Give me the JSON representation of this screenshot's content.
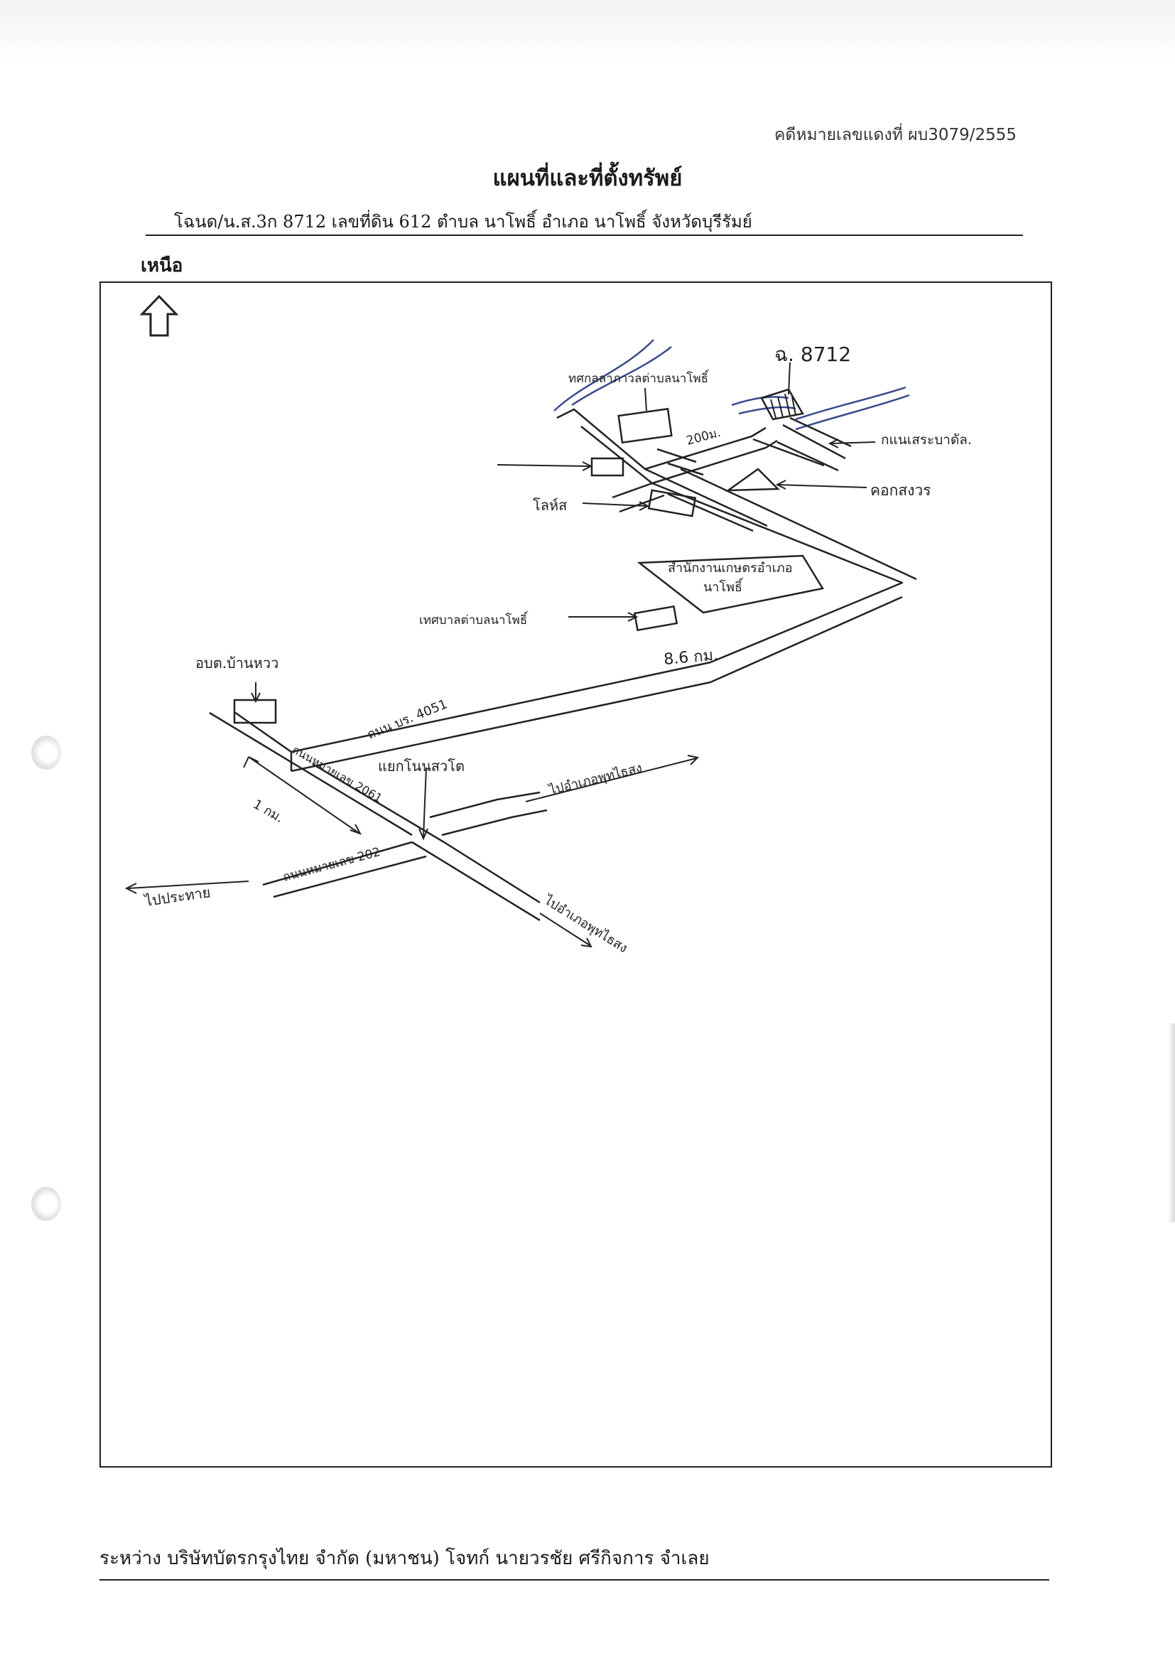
{
  "header": {
    "case_number": "คดีหมายเลขแดงที่ ผบ3079/2555",
    "title": "แผนที่และที่ตั้งทรัพย์",
    "deed_line": "โฉนด/น.ส.3ก 8712 เลขที่ดิน 612  ตำบล นาโพธิ์  อำเภอ นาโพธิ์  จังหวัดบุรีรัมย์"
  },
  "map": {
    "north_label": "เหนือ",
    "icons": {
      "north": "north-arrow-icon"
    },
    "labels": {
      "parcel": "ฉ. 8712",
      "district_office": "ทศกลลาภาวลต่าบลนาโพธิ์",
      "canal": "กแนเสระบาดัล.",
      "distance_200m": "200ม.",
      "cattle_pen": "คอกสงวร",
      "school": "โลห์ส",
      "agri_office": "สำนักงานเกษตรอำเภอ นาโพธิ์",
      "municipality": "เทศบาลต่าบลนาโพธิ์",
      "distance_8_6km": "8.6 กม.",
      "sao_ban_huai": "อบต.บ้านหวว",
      "road_br": "ถนน บร. 4051",
      "highway_2061": "ถนนหมายเลข 2061",
      "distance_1km": "1 กม.",
      "junction": "แยกโนนสวโต",
      "to_east": "ไปอำเภอพุทไธสง",
      "to_west": "ไปประทาย",
      "highway_202": "ถนนหมายเลข 202",
      "to_south": "ไปอำเภอพุทไธสง"
    },
    "colors": {
      "ink": "#1a1a1a",
      "river": "#3a4a8c"
    }
  },
  "footer": {
    "parties": "ระหว่าง บริษัทบัตรกรุงไทย จำกัด (มหาชน) โจทก์          นายวรชัย ศรีกิจการ  จำเลย"
  }
}
